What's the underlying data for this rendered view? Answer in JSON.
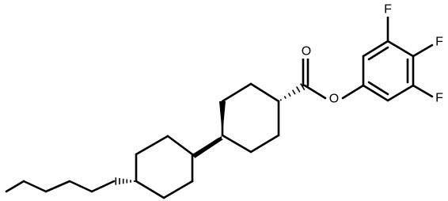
{
  "molecule": {
    "atom_labels": {
      "carbonyl_oxygen": "O",
      "ester_oxygen": "O",
      "fluorine_top": "F",
      "fluorine_para": "F",
      "fluorine_bottom": "F"
    },
    "colors": {
      "bond": "#000000",
      "label": "#000000",
      "background": "#ffffff"
    }
  }
}
